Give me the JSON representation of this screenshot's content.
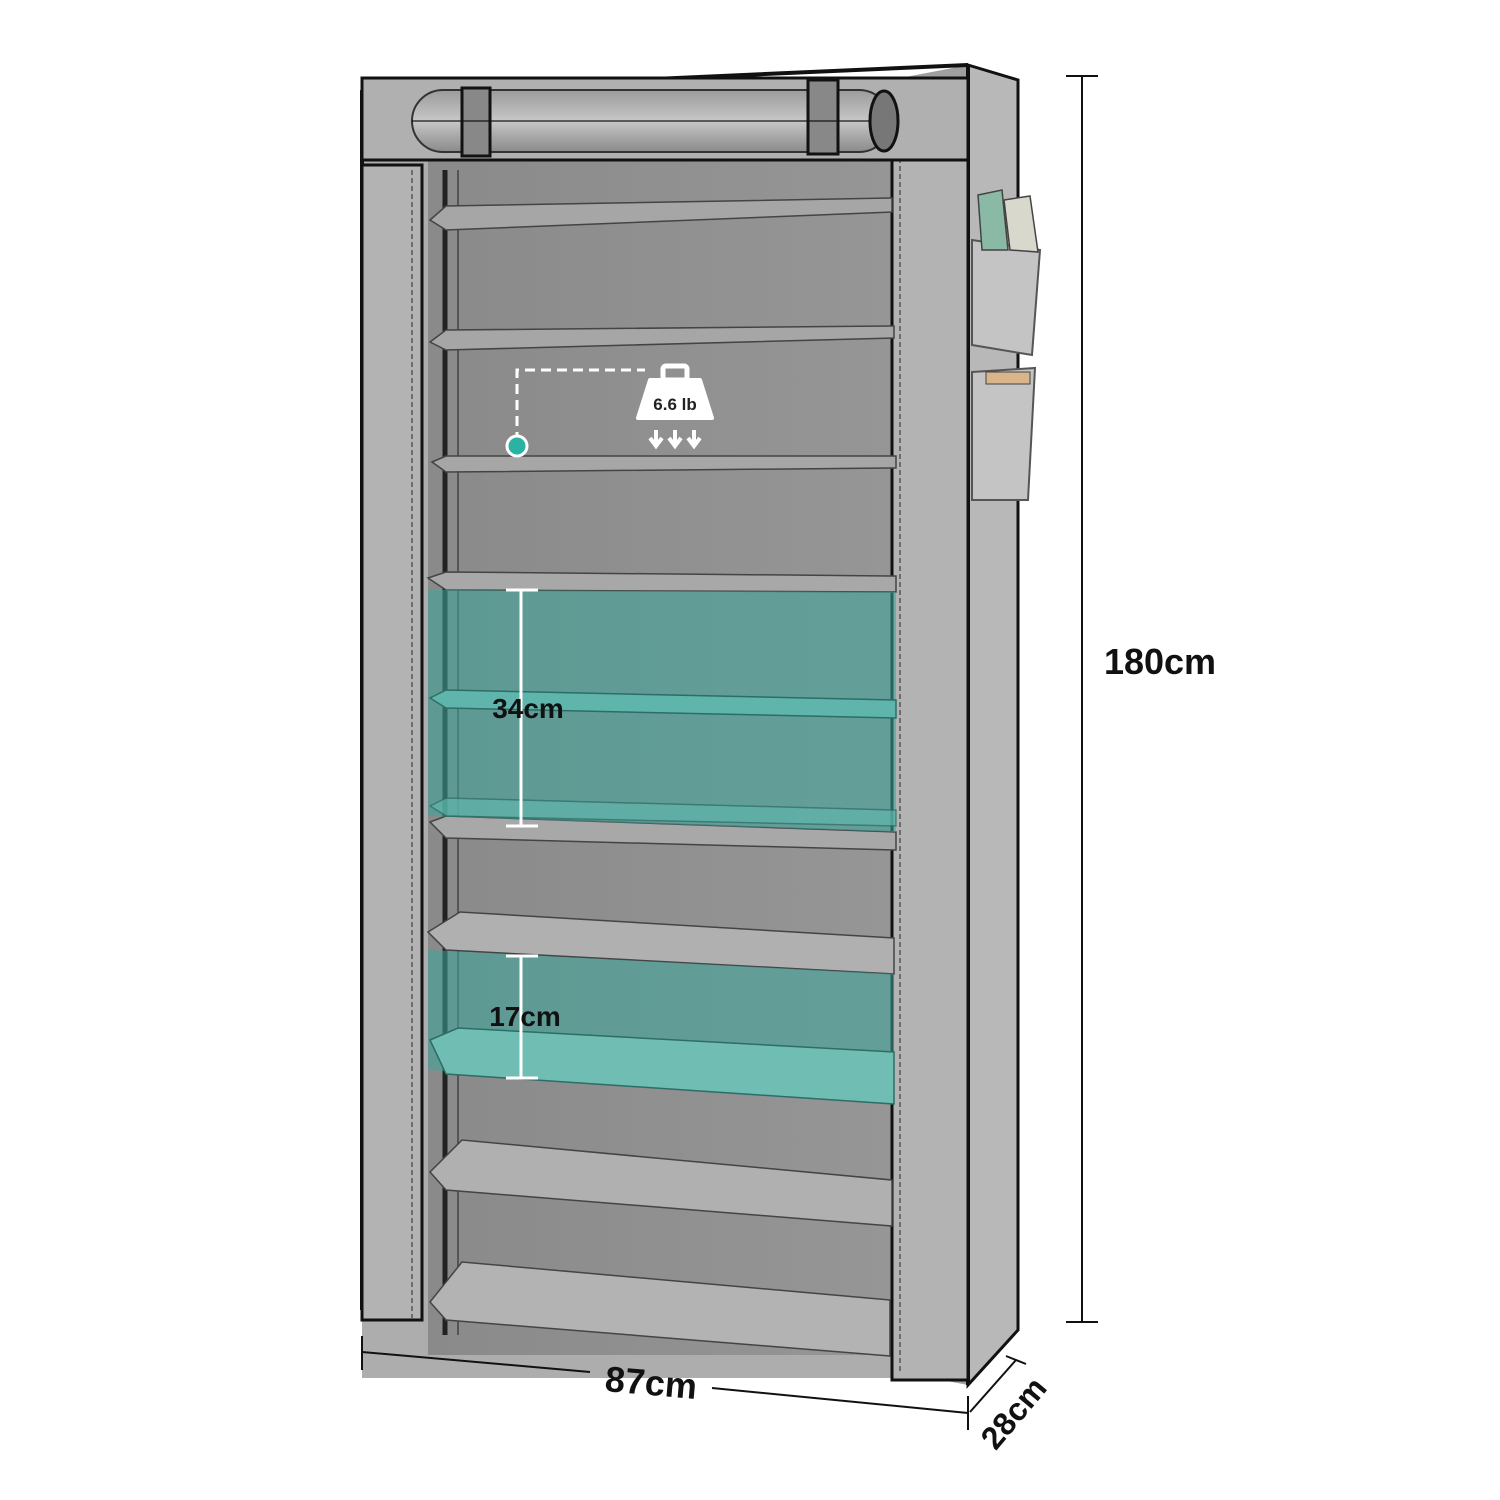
{
  "product": {
    "dimensions": {
      "height": "180cm",
      "width": "87cm",
      "depth": "28cm",
      "tall_tier_height": "34cm",
      "short_tier_height": "17cm"
    },
    "load_capacity": "6.6 lb",
    "colors": {
      "fabric": "#a9a9a9",
      "fabric_light": "#bdbdbd",
      "interior": "#8e8e8e",
      "shelf": "#9a9a9a",
      "piping": "#111111",
      "highlight": "#3aa79a",
      "accent_dot": "#2ab3a3"
    },
    "icons": [
      "weight-icon",
      "pocket-books"
    ]
  }
}
